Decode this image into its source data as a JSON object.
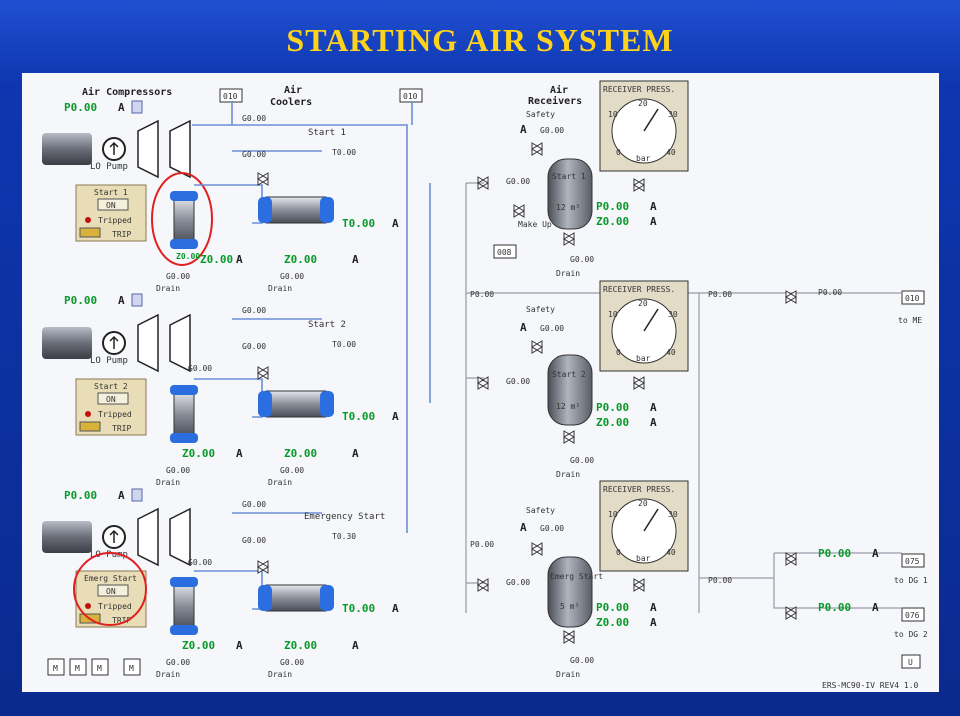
{
  "title": "STARTING AIR SYSTEM",
  "colors": {
    "background": "#0a2a8e",
    "title": "#ffd21c",
    "value_green": "#0a9a2a",
    "pipe": "#6a8fd8",
    "circle": "#e02020"
  },
  "sections": {
    "compressors": "Air Compressors",
    "coolers_line1": "Air",
    "coolers_line2": "Coolers",
    "receivers_line1": "Air",
    "receivers_line2": "Receivers"
  },
  "tags": {
    "t010a": "010",
    "t010b": "010",
    "t008": "008",
    "t010c": "010",
    "t075": "075",
    "t076": "076",
    "tU": "U"
  },
  "units": [
    {
      "panel_title": "Start 1",
      "pressure": "P0.00",
      "cooler_title": "Start 1",
      "cooler_temp": "T0.00",
      "cooler_t_out": "T0.00",
      "z_left": "Z0.00",
      "z_right": "Z0.00",
      "g_a": "G0.00",
      "g_b": "G0.00",
      "g_c": "G0.00",
      "g_d": "G0.00",
      "pump": "LO Pump"
    },
    {
      "panel_title": "Start 2",
      "pressure": "P0.00",
      "cooler_title": "Start 2",
      "cooler_temp": "T0.00",
      "cooler_t_out": "T0.00",
      "z_left": "Z0.00",
      "z_right": "Z0.00",
      "g_a": "G0.00",
      "g_b": "G0.00",
      "g_c": "G0.00",
      "g_d": "G0.00",
      "pump": "LO Pump"
    },
    {
      "panel_title": "Emerg Start",
      "pressure": "P0.00",
      "cooler_title": "Emergency Start",
      "cooler_temp": "T0.30",
      "cooler_t_out": "T0.00",
      "z_left": "Z0.00",
      "z_right": "Z0.00",
      "g_a": "G0.00",
      "g_b": "G0.00",
      "g_c": "G0.00",
      "g_d": "G0.00",
      "pump": "LO Pump"
    }
  ],
  "panel_buttons": {
    "on": "ON",
    "tripped": "Tripped",
    "trip": "TRIP"
  },
  "unit_symbol": "A",
  "drain_label": "Drain",
  "receivers": [
    {
      "label_line1": "Start 1",
      "volume": "12 m³",
      "safety": "Safety",
      "a_g": "G0.00",
      "p": "P0.00",
      "z": "Z0.00",
      "drain_g": "G0.00",
      "inlet_g": "G0.00"
    },
    {
      "label_line1": "Start 2",
      "volume": "12 m³",
      "safety": "Safety",
      "a_g": "G0.00",
      "p": "P0.00",
      "z": "Z0.00",
      "drain_g": "G0.00",
      "inlet_g": "G0.00"
    },
    {
      "label_line1": "Emerg Start",
      "volume": "5 m³",
      "safety": "Safety",
      "a_g": "G0.00",
      "p": "P0.00",
      "z": "Z0.00",
      "drain_g": "G0.00",
      "inlet_g": "G0.00"
    }
  ],
  "gauges": [
    {
      "title": "RECEIVER PRESS.",
      "ticks": [
        "10",
        "20",
        "30",
        "0",
        "40"
      ],
      "unit": "bar"
    },
    {
      "title": "RECEIVER PRESS.",
      "ticks": [
        "10",
        "20",
        "30",
        "0",
        "40"
      ],
      "unit": "bar"
    },
    {
      "title": "RECEIVER PRESS.",
      "ticks": [
        "10",
        "20",
        "30",
        "0",
        "40"
      ],
      "unit": "bar"
    }
  ],
  "makeup": "Make Up",
  "header_pressures": {
    "p1": "P0.00",
    "p2": "P0.00",
    "p3": "P0.00",
    "p4": "P0.00",
    "p_me": "P0.00",
    "p_dg1": "P0.00",
    "p_dg2": "P0.00"
  },
  "destinations": {
    "me": "to ME",
    "dg1": "to DG 1",
    "dg2": "to DG 2"
  },
  "footer_buttons": [
    "M",
    "M",
    "M",
    "M"
  ],
  "revision": "ERS-MC90-IV  REV4 1.0"
}
